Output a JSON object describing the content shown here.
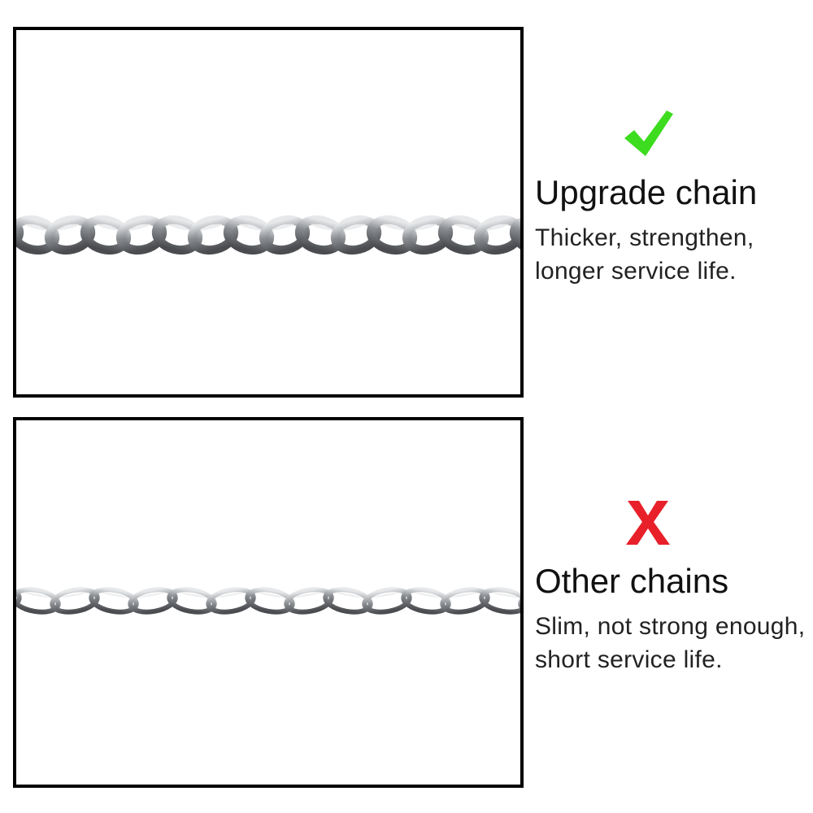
{
  "upgrade": {
    "heading": "Upgrade chain",
    "description": "Thicker, strengthen, longer service life.",
    "icon": "checkmark-icon",
    "icon_color": "#3ddc1f"
  },
  "other": {
    "heading": "Other chains",
    "description": "Slim, not strong enough, short service life.",
    "icon": "x-mark-icon",
    "icon_color": "#e8202a"
  },
  "colors": {
    "frame_border": "#000000",
    "chain_metal": "#8a8d91",
    "chain_highlight": "#e6e8ea",
    "chain_shadow": "#4a4c50"
  }
}
